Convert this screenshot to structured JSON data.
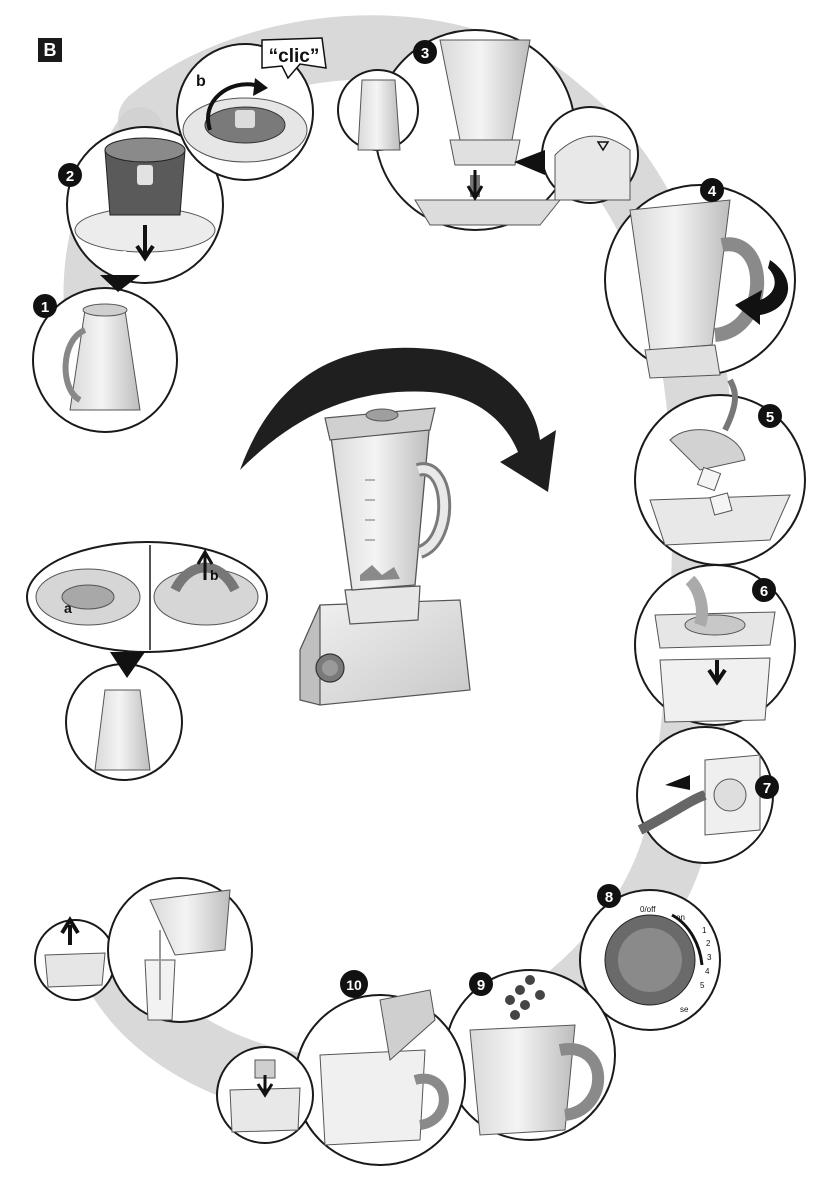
{
  "section_letter": "B",
  "callouts": {
    "clic": "“clic”",
    "a": "a",
    "b": "b"
  },
  "steps": [
    "1",
    "2",
    "3",
    "4",
    "5",
    "6",
    "7",
    "8",
    "9",
    "10"
  ],
  "dial": {
    "on_off": "0/off",
    "on": "on",
    "speeds": [
      "1",
      "2",
      "3",
      "4",
      "5"
    ],
    "pulse_fragment": "se"
  }
}
